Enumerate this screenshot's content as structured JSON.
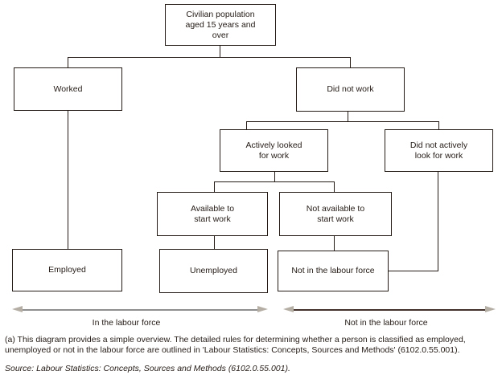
{
  "diagram": {
    "nodes": {
      "civilian": "Civilian population\naged 15 years and\nover",
      "worked": "Worked",
      "did_not_work": "Did not work",
      "actively_looked": "Actively looked\nfor work",
      "did_not_actively": "Did not actively\nlook for work",
      "available": "Available to\nstart work",
      "not_available": "Not available to\nstart work",
      "employed": "Employed",
      "unemployed": "Unemployed",
      "not_in_labour_force": "Not in the labour force"
    },
    "edges": [
      "Civilian population aged 15 years and over -> Worked",
      "Civilian population aged 15 years and over -> Did not work",
      "Did not work -> Actively looked for work",
      "Did not work -> Did not actively look for work",
      "Actively looked for work -> Available to start work",
      "Actively looked for work -> Not available to start work",
      "Worked -> Employed",
      "Available to start work -> Unemployed",
      "Not available to start work -> Not in the labour force",
      "Did not actively look for work -> Not in the labour force"
    ],
    "axis_labels": {
      "in_labour_force": "In the labour force",
      "not_in_labour_force": "Not in the labour force"
    }
  },
  "colors": {
    "line": "#241b16",
    "arrow_line_left": "#8f8f8f",
    "arrow_line_right": "#42302a",
    "arrow_head": "#b5aea5"
  },
  "footnote": "(a) This diagram provides a simple overview. The detailed rules for determining whether a person is classified as employed, unemployed or not in the labour force are outlined in 'Labour Statistics: Concepts, Sources and Methods' (6102.0.55.001).",
  "source": "Source: Labour Statistics: Concepts, Sources and Methods (6102.0.55.001)."
}
